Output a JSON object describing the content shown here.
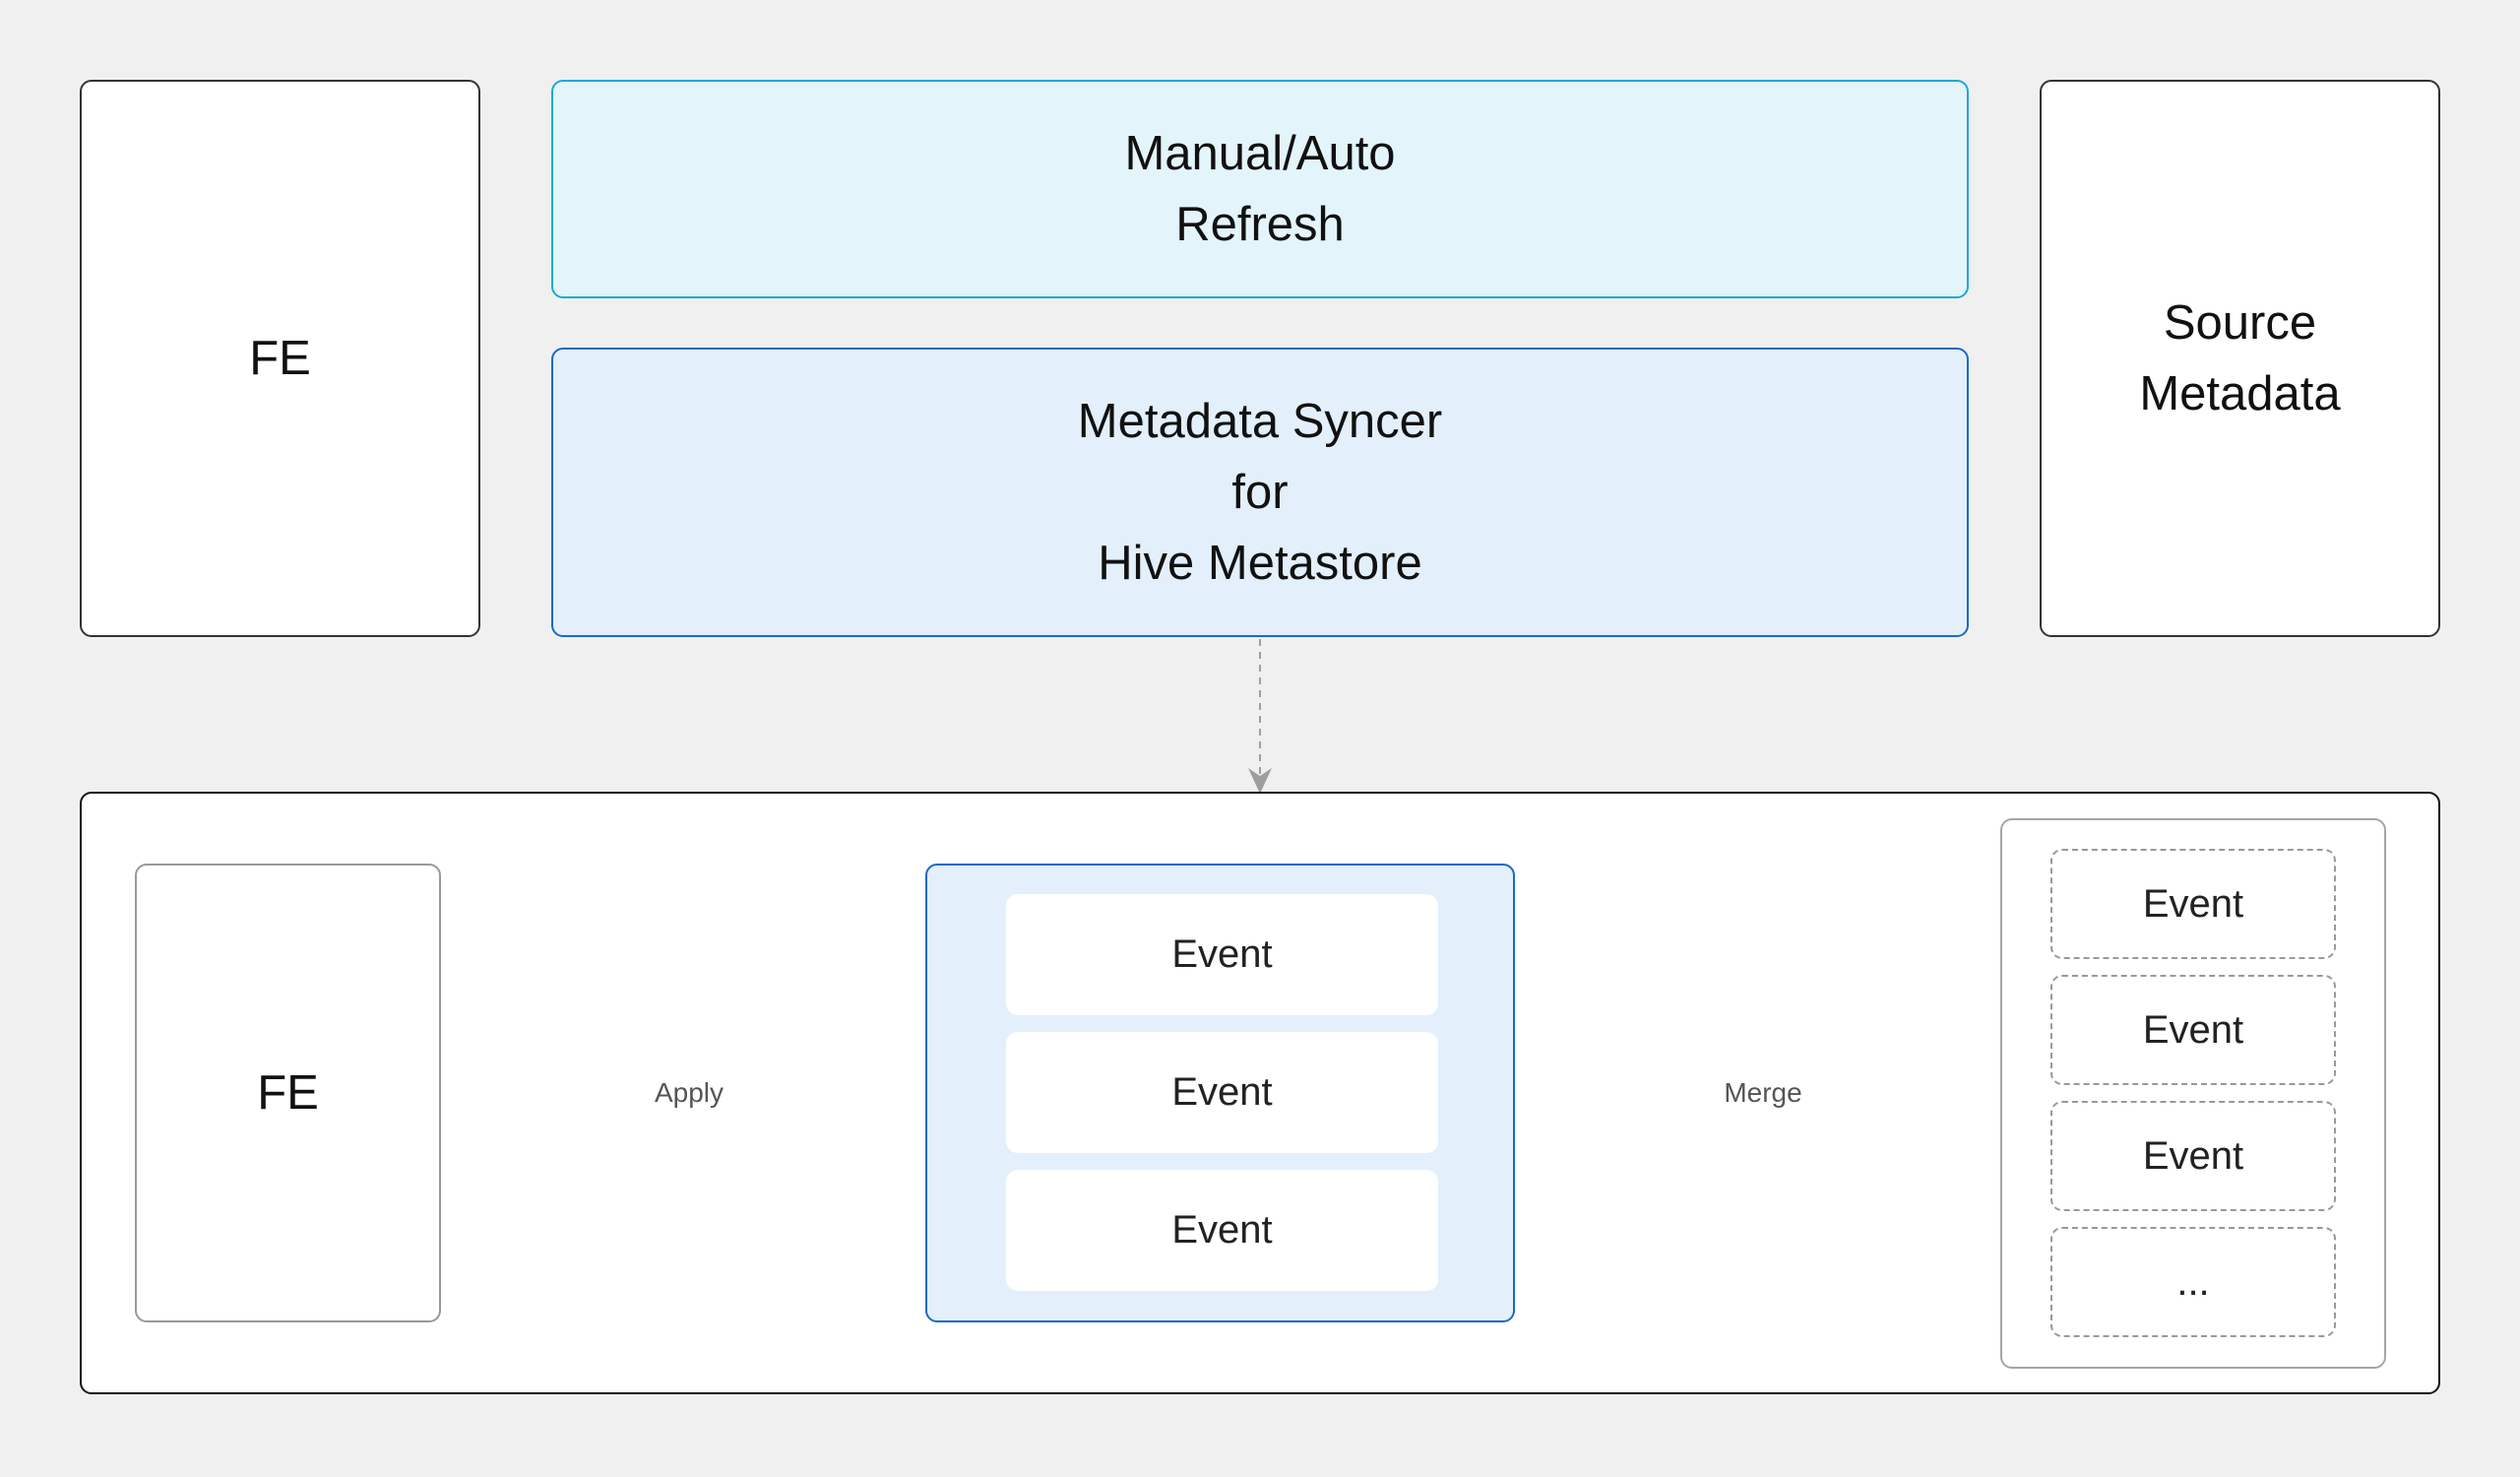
{
  "top": {
    "fe_label": "FE",
    "refresh_lines": [
      "Manual/Auto",
      "Refresh"
    ],
    "syncer_lines": [
      "Metadata Syncer",
      "for",
      "Hive Metastore"
    ],
    "source_lines": [
      "Source",
      "Metadata"
    ]
  },
  "bottom": {
    "fe_label": "FE",
    "queue_events": [
      "Event",
      "Event",
      "Event"
    ],
    "source_events": [
      "Event",
      "Event",
      "Event",
      "..."
    ],
    "apply_label": "Apply",
    "merge_label": "Merge"
  },
  "colors": {
    "refresh_fill": "#e3f4fb",
    "refresh_border": "#1ba9d6",
    "syncer_fill": "#e3effb",
    "syncer_border": "#1a69c6",
    "arrow": "#555555",
    "dashed_arrow": "#9e9e9e"
  }
}
